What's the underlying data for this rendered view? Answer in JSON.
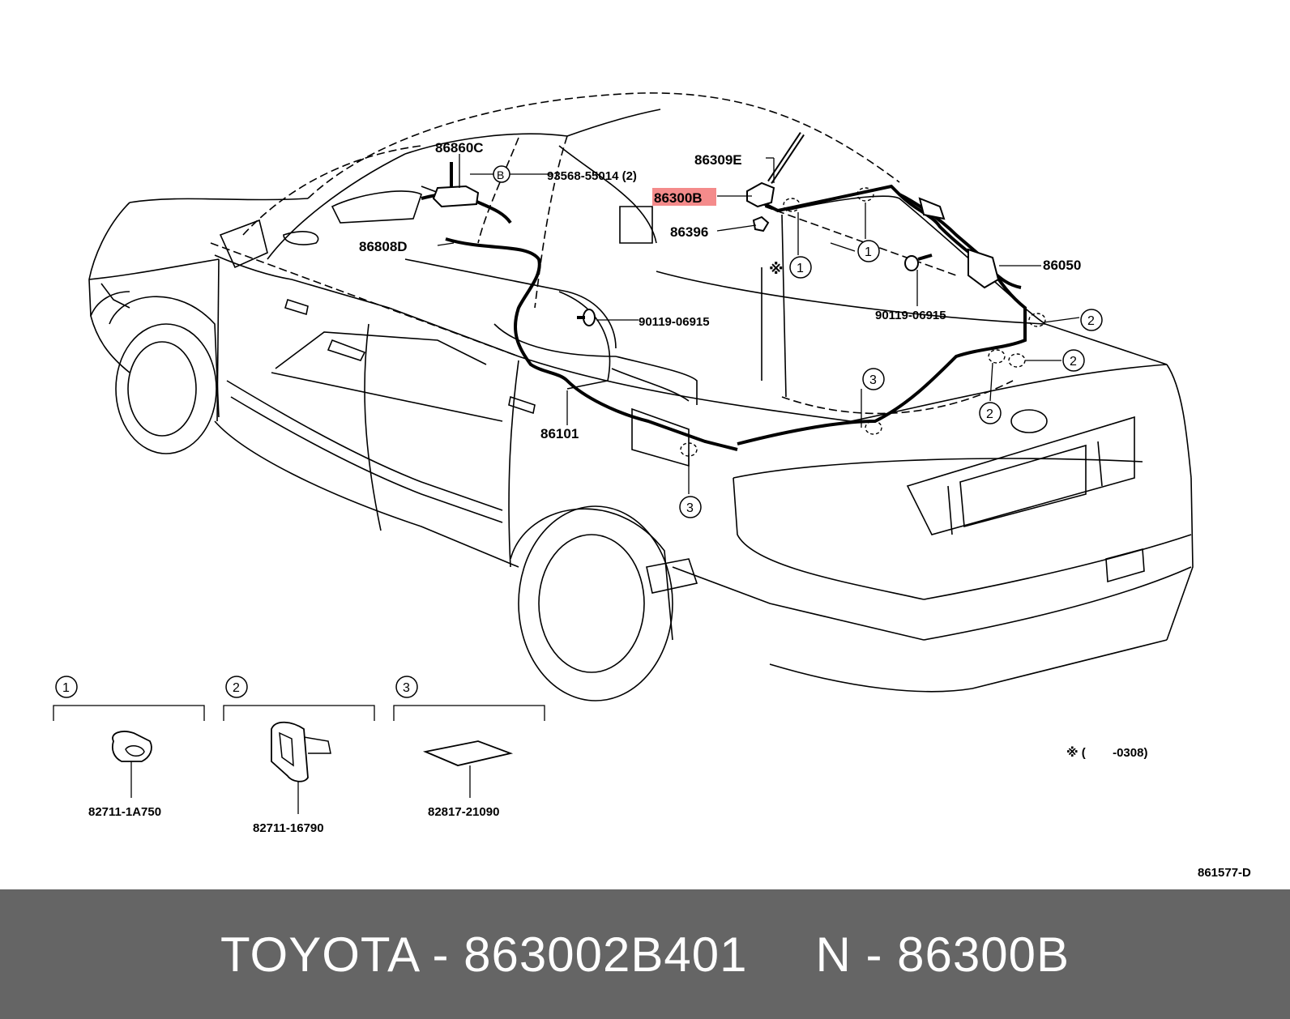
{
  "callouts": {
    "p86860c": "86860C",
    "p93568": "93568-55014 (2)",
    "p86309e": "86309E",
    "p86300b": "86300B",
    "p86396": "86396",
    "p86808d": "86808D",
    "p86050": "86050",
    "p90119_left": "90119-06915",
    "p90119_right": "90119-06915",
    "p86101": "86101",
    "marker_b": "B"
  },
  "circle_markers": {
    "one": "1",
    "two": "2",
    "three": "3"
  },
  "note": {
    "symbol": "※",
    "text": "※ (        -0308)"
  },
  "insets": [
    {
      "marker": "1",
      "part": "82711-1A750"
    },
    {
      "marker": "2",
      "part": "82711-16790"
    },
    {
      "marker": "3",
      "part": "82817-21090"
    }
  ],
  "diagram_code": "861577-D",
  "highlight_color": "#f48b8b",
  "footer": {
    "brand_part": "TOYOTA - 863002B401",
    "ref": "N - 86300B",
    "background": "#656565"
  }
}
